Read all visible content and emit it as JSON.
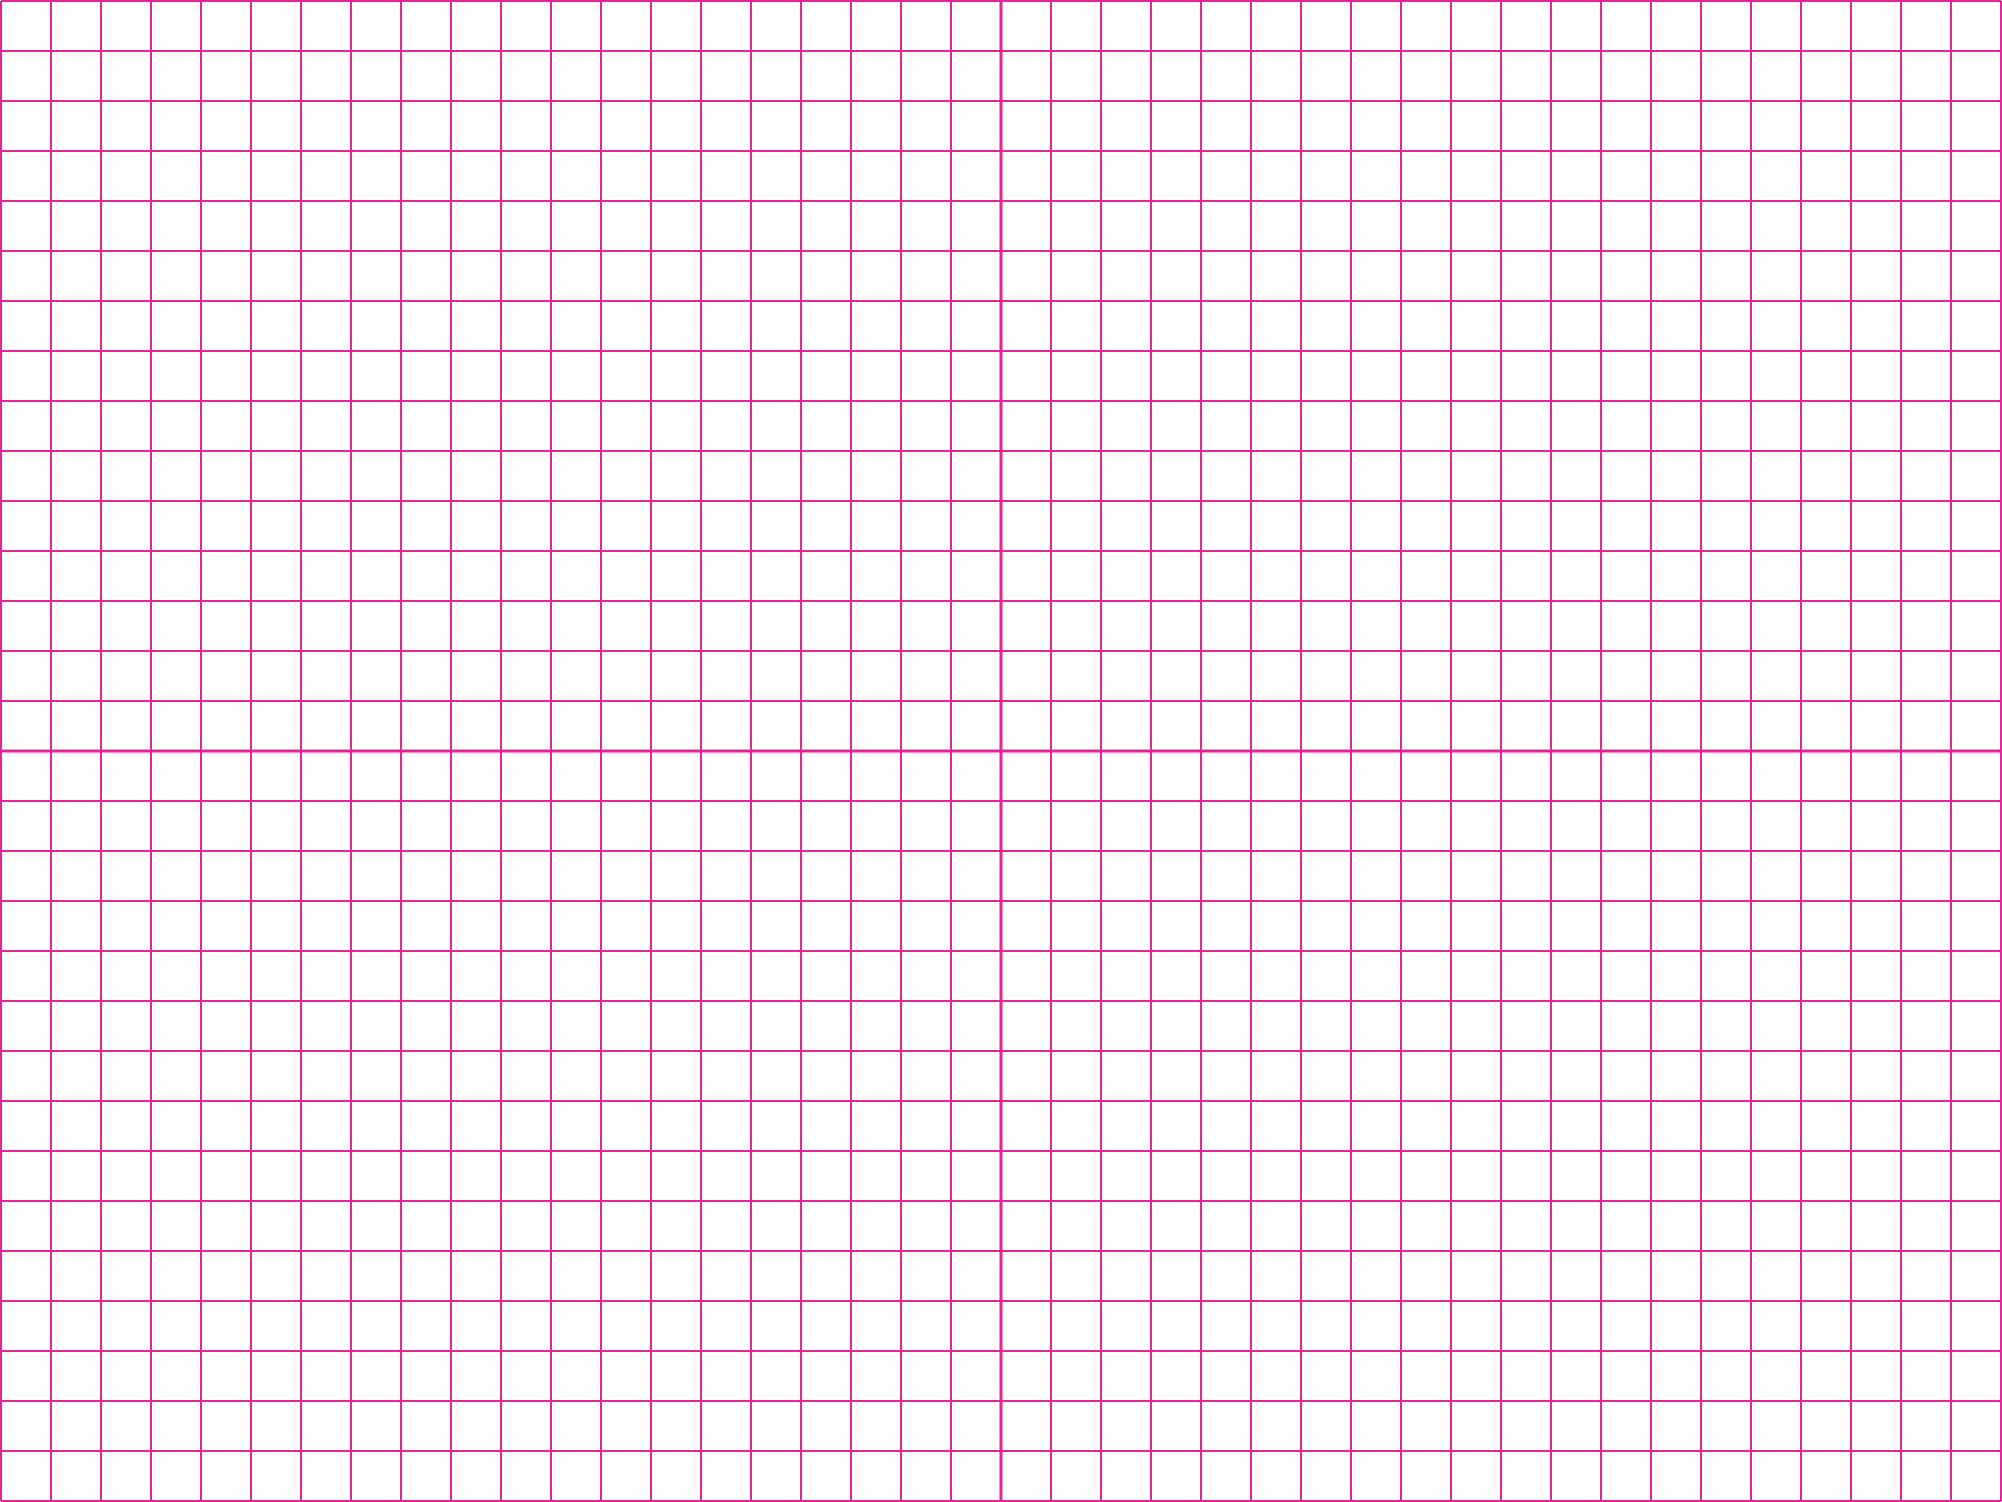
{
  "grid": {
    "line_color": "#e8239a",
    "background_color": "#ffffff",
    "columns": 40,
    "rows": 30,
    "major_every_columns": 20,
    "major_every_rows": 15
  }
}
